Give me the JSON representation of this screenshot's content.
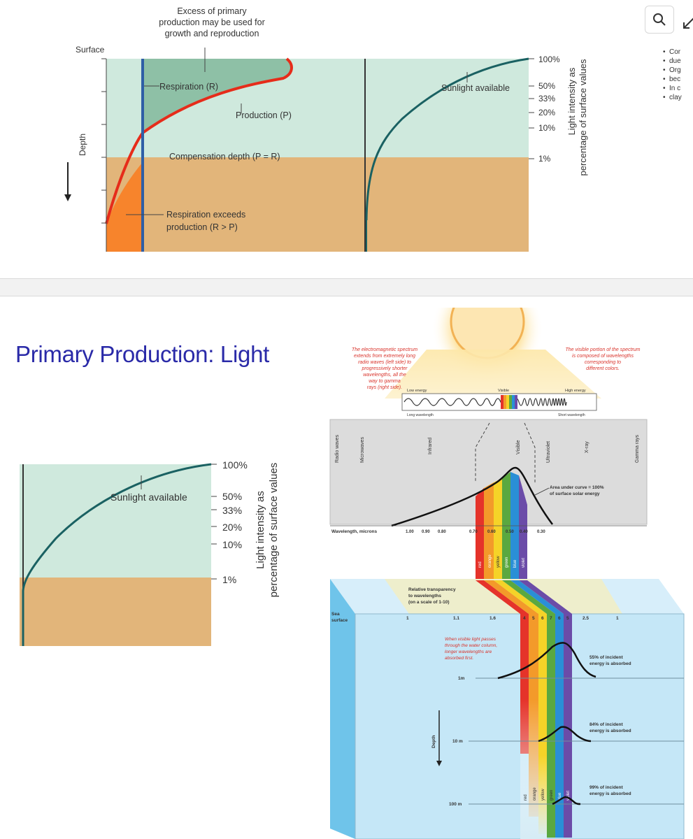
{
  "top_diagram": {
    "surface_label": "Surface",
    "excess_label_line1": "Excess of primary",
    "excess_label_line2": "production may be used for",
    "excess_label_line3": "growth and reproduction",
    "respiration_label": "Respiration (R)",
    "production_label": "Production (P)",
    "compensation_label": "Compensation depth (P = R)",
    "exceeds_label_line1": "Respiration exceeds",
    "exceeds_label_line2": "production (R > P)",
    "depth_label": "Depth",
    "sunlight_label": "Sunlight available",
    "light_ticks": [
      "100%",
      "50%",
      "33%",
      "20%",
      "10%",
      "1%"
    ],
    "axis_title_line1": "Light intensity as",
    "axis_title_line2": "percentage of surface values",
    "colors": {
      "water": "#cfe9dd",
      "sediment": "#e2b57a",
      "excess": "#8ec0a6",
      "exceed": "#f7842c",
      "production": "#e62c1a",
      "respiration": "#2f5fa6",
      "sunlight": "#1a6162"
    }
  },
  "side_panel": {
    "bullets": [
      "Cor",
      "due",
      "Org",
      "bec",
      "In c",
      "clay"
    ]
  },
  "bottom_slide": {
    "title": "Primary Production: Light",
    "sunlight_label": "Sunlight available",
    "light_ticks": [
      "100%",
      "50%",
      "33%",
      "20%",
      "10%",
      "1%"
    ],
    "axis_title_line1": "Light intensity as",
    "axis_title_line2": "percentage of surface values"
  },
  "spectrum_diagram": {
    "em_note": [
      "The electromagnetic spectrum",
      "extends from extremely long",
      "radio waves (left side) to",
      "progressively shorter",
      "wavelengths, all the",
      "way to gamma",
      "rays (right side)."
    ],
    "visible_note": [
      "The visible portion of the spectrum",
      "is composed of wavelengths",
      "corresponding to",
      "different colors."
    ],
    "wave_left": "Low energy",
    "wave_center": "Visible",
    "wave_right": "High energy",
    "wave_left_bottom": "Long wavelength",
    "wave_right_bottom": "Short wavelength",
    "regions": [
      "Radio waves",
      "Microwaves",
      "Infrared",
      "Visible",
      "Ultraviolet",
      "X-ray",
      "Gamma rays"
    ],
    "area_note": [
      "Area under curve = 100%",
      "of surface solar energy"
    ],
    "wavelength_axis": "Wavelength, microns",
    "wavelength_ticks": [
      "1.00",
      "0.90",
      "0.80",
      "0.70",
      "0.60",
      "0.50",
      "0.40",
      "0.30"
    ],
    "colors": [
      "red",
      "orange",
      "yellow",
      "green",
      "blue",
      "violet"
    ],
    "transparency_note": [
      "Relative transparency",
      "to wavelengths",
      "(on a scale of 1-10)"
    ],
    "sea_surface": [
      "Sea",
      "surface"
    ],
    "transparency_values": [
      "1",
      "1.1",
      "1.6",
      "4",
      "5",
      "6",
      "7",
      "6",
      "5",
      "2.5",
      "1"
    ],
    "visible_light_note": [
      "When visible light passes",
      "through the water column,",
      "longer wavelengths are",
      "absorbed first."
    ],
    "depth_label": "Depth",
    "depths": [
      "1m",
      "10 m",
      "100 m"
    ],
    "absorbed_notes": [
      [
        "55% of incident",
        "energy is absorbed"
      ],
      [
        "84% of incident",
        "energy is absorbed"
      ],
      [
        "99% of incident",
        "energy is absorbed"
      ]
    ]
  }
}
